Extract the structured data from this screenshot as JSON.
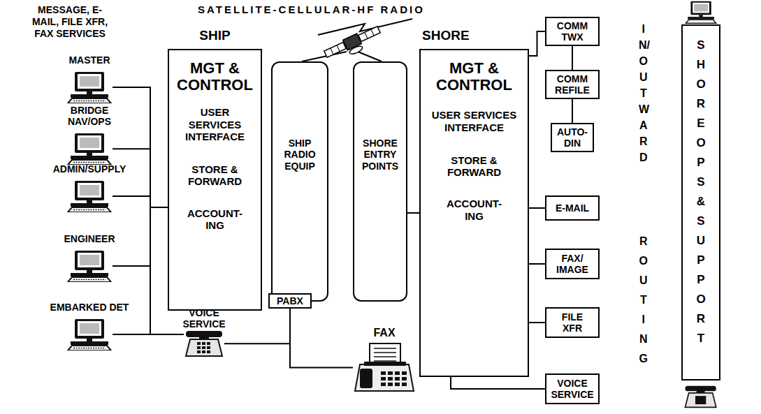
{
  "diagram": {
    "nodes": [
      {
        "text": [
          "MASTER"
        ]
      },
      {
        "text": [
          "BRIDGE NAV/OPS"
        ]
      },
      {
        "text": [
          "ADMIN/SUPPLY"
        ]
      },
      {
        "text": [
          "ENGINEER"
        ]
      },
      {
        "text": [
          "EMBARKED DET"
        ]
      },
      {
        "text": [
          "SHIP",
          "MGT & CONTROL",
          "USER SERVICES INTERFACE",
          "STORE & FORWARD",
          "ACCOUNT- ING"
        ]
      },
      {
        "text": [
          "SHIP RADIO EQUIP"
        ]
      },
      {
        "text": [
          "PABX"
        ]
      },
      {
        "text": [
          "VOICE SERVICE"
        ]
      },
      {
        "text": [
          "FAX"
        ]
      },
      {
        "text": [
          "SHORE ENTRY POINTS"
        ]
      },
      {
        "text": [
          "SHORE",
          "MGT & CONTROL",
          "USER SERVICES INTERFACE",
          "STORE & FORWARD",
          "ACCOUNT- ING"
        ]
      },
      {
        "text": [
          "COMM TWX"
        ]
      },
      {
        "text": [
          "COMM REFILE"
        ]
      },
      {
        "text": [
          "AUTO-DIN"
        ]
      },
      {
        "text": [
          "E-MAIL"
        ]
      },
      {
        "text": [
          "FAX/ IMAGE"
        ]
      },
      {
        "text": [
          "FILE XFR"
        ]
      },
      {
        "text": [
          "VOICE SERVICE"
        ]
      },
      {
        "text": [
          "SHORE OPS & SUPPORT"
        ]
      }
    ],
    "edges": [
      {
        "from": 0,
        "to": 5,
        "arrow": "none"
      },
      {
        "from": 1,
        "to": 5,
        "arrow": "none"
      },
      {
        "from": 2,
        "to": 5,
        "arrow": "none"
      },
      {
        "from": 3,
        "to": 5,
        "arrow": "none"
      },
      {
        "from": 4,
        "to": 5,
        "arrow": "none"
      },
      {
        "from": 4,
        "to": 8,
        "arrow": "none"
      },
      {
        "from": 7,
        "to": 8,
        "arrow": "none"
      },
      {
        "from": 7,
        "to": 9,
        "arrow": "none"
      },
      {
        "from": 10,
        "to": 11,
        "arrow": "none"
      },
      {
        "from": 11,
        "to": 12,
        "arrow": "none"
      },
      {
        "from": 12,
        "to": 13,
        "arrow": "none"
      },
      {
        "from": 13,
        "to": 14,
        "arrow": "none"
      },
      {
        "from": 11,
        "to": 15,
        "arrow": "none"
      },
      {
        "from": 11,
        "to": 16,
        "arrow": "none"
      },
      {
        "from": 11,
        "to": 17,
        "arrow": "none"
      },
      {
        "from": 11,
        "to": 18,
        "arrow": "none"
      }
    ],
    "labels": [
      "MESSAGE, E-MAIL, FILE XFR, FAX SERVICES",
      "SATELLITE-CELLULAR-HF RADIO",
      "IN/OUTWARD",
      "ROUTING"
    ]
  }
}
